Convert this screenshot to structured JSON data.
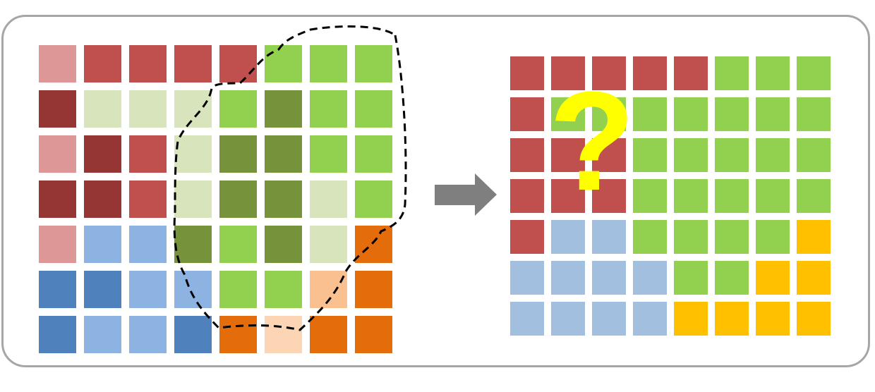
{
  "colors": {
    "R1": "#dd9796",
    "R2": "#c0504d",
    "R3": "#963634",
    "G1": "#d8e4bc",
    "G2": "#92d050",
    "G3": "#76933c",
    "B1": "#8db3e2",
    "B2": "#4f81bd",
    "B3": "#a2bfdf",
    "O1": "#e46c0a",
    "O2": "#fac090",
    "O3": "#fcd5b4",
    "Y1": "#ffc000",
    "frame": "#a6a6a6",
    "arrow": "#7f7f7f",
    "question": "#ffff00",
    "lasso": "#000000"
  },
  "input_grid": {
    "rows": [
      [
        "R1",
        "R2",
        "R2",
        "R2",
        "R2",
        "G2",
        "G2",
        "G2"
      ],
      [
        "R3",
        "G1",
        "G1",
        "G1",
        "G2",
        "G3",
        "G2",
        "G2"
      ],
      [
        "R1",
        "R3",
        "R2",
        "G1",
        "G3",
        "G3",
        "G2",
        "G2"
      ],
      [
        "R3",
        "R3",
        "R2",
        "G1",
        "G3",
        "G3",
        "G1",
        "G2"
      ],
      [
        "R1",
        "B1",
        "B1",
        "G3",
        "G2",
        "G3",
        "G1",
        "O1"
      ],
      [
        "B2",
        "B2",
        "B1",
        "B1",
        "G2",
        "G2",
        "O2",
        "O1"
      ],
      [
        "B2",
        "B1",
        "B1",
        "B2",
        "O1",
        "O3",
        "O1",
        "O1"
      ]
    ]
  },
  "output_grid": {
    "rows": [
      [
        "R2",
        "R2",
        "R2",
        "R2",
        "R2",
        "G2",
        "G2",
        "G2"
      ],
      [
        "R2",
        "G2",
        "G2",
        "G2",
        "G2",
        "G2",
        "G2",
        "G2"
      ],
      [
        "R2",
        "R2",
        "R2",
        "G2",
        "G2",
        "G2",
        "G2",
        "G2"
      ],
      [
        "R2",
        "R2",
        "R2",
        "G2",
        "G2",
        "G2",
        "G2",
        "G2"
      ],
      [
        "R2",
        "B3",
        "B3",
        "G2",
        "G2",
        "G2",
        "G2",
        "Y1"
      ],
      [
        "B3",
        "B3",
        "B3",
        "B3",
        "G2",
        "G2",
        "Y1",
        "Y1"
      ],
      [
        "B3",
        "B3",
        "B3",
        "B3",
        "Y1",
        "Y1",
        "Y1",
        "Y1"
      ]
    ]
  },
  "question_mark": "?"
}
